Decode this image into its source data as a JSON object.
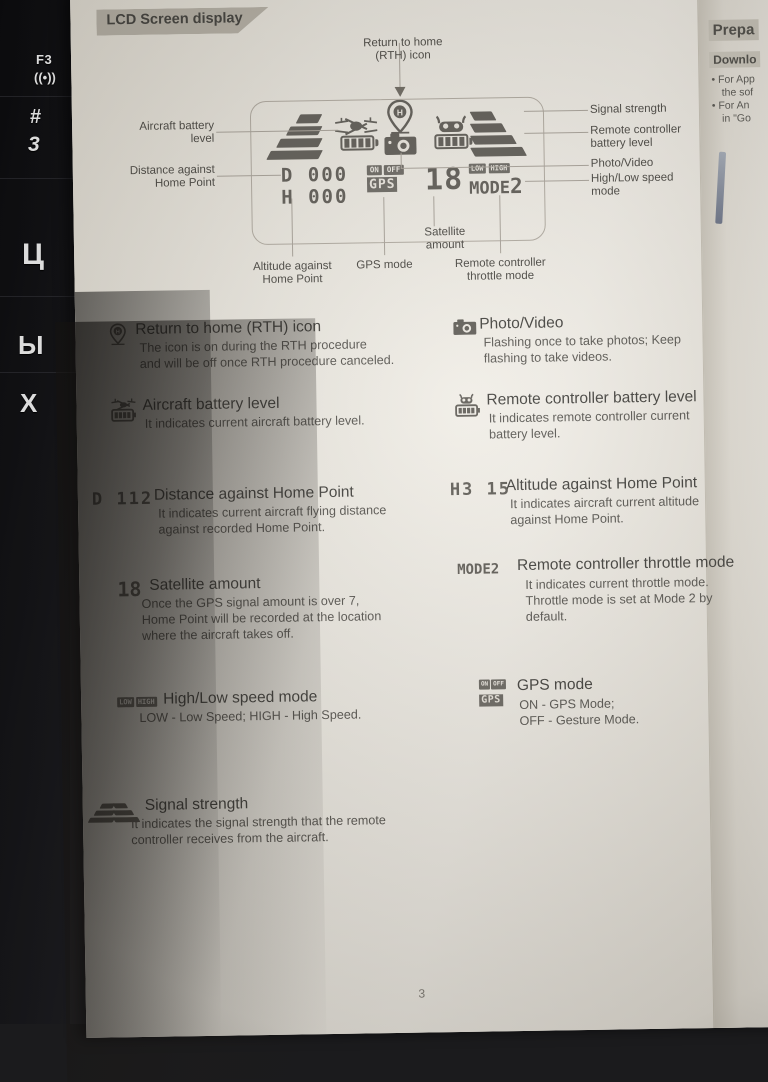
{
  "desk": {
    "keyboard": {
      "keys": [
        {
          "name": "key-f3",
          "label": "F3"
        },
        {
          "name": "key-wifi",
          "label": "((•))"
        },
        {
          "name": "key-hash",
          "label": "#"
        },
        {
          "name": "key-3",
          "label": "3"
        },
        {
          "name": "key-tse",
          "label": "Ц"
        },
        {
          "name": "key-yery",
          "label": "Ы"
        },
        {
          "name": "key-ha",
          "label": "Х"
        }
      ]
    }
  },
  "page": {
    "section_tab": "LCD Screen display",
    "page_number": "3",
    "diagram": {
      "labels": {
        "rth": "Return to home\n(RTH) icon",
        "rth_l1": "Return to home",
        "rth_l2": "(RTH) icon",
        "aircraft_battery_l1": "Aircraft battery",
        "aircraft_battery_l2": "level",
        "distance_l1": "Distance against",
        "distance_l2": "Home Point",
        "signal_strength": "Signal strength",
        "rc_battery_l1": "Remote controller",
        "rc_battery_l2": "battery level",
        "photo_video": "Photo/Video",
        "speed_mode_l1": "High/Low speed",
        "speed_mode_l2": "mode",
        "altitude_l1": "Altitude against",
        "altitude_l2": "Home Point",
        "gps_mode": "GPS mode",
        "satellite_l1": "Satellite",
        "satellite_l2": "amount",
        "throttle_l1": "Remote controller",
        "throttle_l2": "throttle mode"
      },
      "screen": {
        "rth_glyph": "H",
        "distance_value": "D 000",
        "altitude_value": "H 000",
        "gps_on": "ON",
        "gps_off": "OFF",
        "gps_label": "GPS",
        "satellite_value": "18",
        "speed_low": "LOW",
        "speed_high": "HIGH",
        "mode_label": "MODE",
        "mode_value": "2"
      }
    },
    "legend": [
      {
        "id": "rth",
        "icon": "rth-pin-icon",
        "title": "Return to home (RTH) icon",
        "desc": "The icon is on during the RTH procedure and will be off once RTH procedure canceled.",
        "desc_lines": [
          "The icon is on during the RTH procedure",
          "and will be off once RTH procedure canceled."
        ]
      },
      {
        "id": "photo-video",
        "icon": "camera-icon",
        "title": "Photo/Video",
        "desc": "Flashing once to take photos; Keep flashing to take videos.",
        "desc_lines": [
          "Flashing once to take photos; Keep",
          "flashing to take videos."
        ]
      },
      {
        "id": "aircraft-battery",
        "icon": "drone-battery-icon",
        "title": "Aircraft battery level",
        "desc": "It indicates current aircraft battery level.",
        "desc_lines": [
          "It indicates current aircraft battery level."
        ]
      },
      {
        "id": "rc-battery",
        "icon": "controller-battery-icon",
        "title": "Remote controller battery level",
        "desc": "It indicates remote controller current battery level.",
        "desc_lines": [
          "It indicates remote controller current",
          "battery level."
        ]
      },
      {
        "id": "distance",
        "icon": "lcd-distance-icon",
        "icon_text": "D 112",
        "title": "Distance against Home Point",
        "desc": "It indicates current aircraft flying distance against recorded Home Point.",
        "desc_lines": [
          "It indicates current aircraft flying distance",
          "against recorded Home Point."
        ]
      },
      {
        "id": "altitude",
        "icon": "lcd-altitude-icon",
        "icon_text": "H3 15",
        "title": "Altitude against Home Point",
        "desc": "It indicates aircraft current altitude against Home Point.",
        "desc_lines": [
          "It indicates aircraft current altitude",
          "against Home Point."
        ]
      },
      {
        "id": "satellite",
        "icon": "lcd-satellite-icon",
        "icon_text": "18",
        "title": "Satellite amount",
        "desc": "Once the GPS signal amount is over 7, Home Point will be recorded at the location where the aircraft takes off.",
        "desc_lines": [
          "Once the GPS signal amount is over 7,",
          "Home Point will be recorded at the location",
          "where the aircraft takes off."
        ]
      },
      {
        "id": "throttle-mode",
        "icon": "lcd-mode-icon",
        "icon_text": "MODE2",
        "title": "Remote controller throttle mode",
        "desc": "It indicates current throttle mode. Throttle mode is set at Mode 2 by default.",
        "desc_lines": [
          "It indicates current throttle mode.",
          "Throttle mode is set at Mode 2 by",
          "default."
        ]
      },
      {
        "id": "speed-mode",
        "icon": "lcd-speed-icon",
        "icon_text": "LOW HIGH",
        "title": "High/Low speed mode",
        "desc": "LOW - Low Speed;  HIGH - High Speed.",
        "desc_lines": [
          "LOW - Low Speed;  HIGH - High Speed."
        ]
      },
      {
        "id": "gps-mode",
        "icon": "lcd-gps-icon",
        "icon_text": "GPS",
        "title": "GPS mode",
        "desc": "ON - GPS Mode; OFF - Gesture Mode.",
        "desc_lines": [
          "ON - GPS Mode;",
          "OFF - Gesture Mode."
        ]
      },
      {
        "id": "signal-strength",
        "icon": "signal-bars-icon",
        "title": "Signal strength",
        "desc": "It indicates the signal strength that the remote controller receives from the aircraft.",
        "desc_lines": [
          "It indicates the signal strength that the remote",
          "controller receives from the aircraft."
        ]
      }
    ]
  },
  "facing_page": {
    "heading": "Prepa",
    "subheading": "Downlo",
    "bullets": [
      "For App",
      "the sof",
      "For An",
      "in \"Go"
    ]
  },
  "colors": {
    "paper": "#ece8e0",
    "ink": "#3f3e3a",
    "ink_light": "#56544f",
    "tab_bg": "#b6b1a6",
    "lcd_seg": "#5d5a54"
  }
}
